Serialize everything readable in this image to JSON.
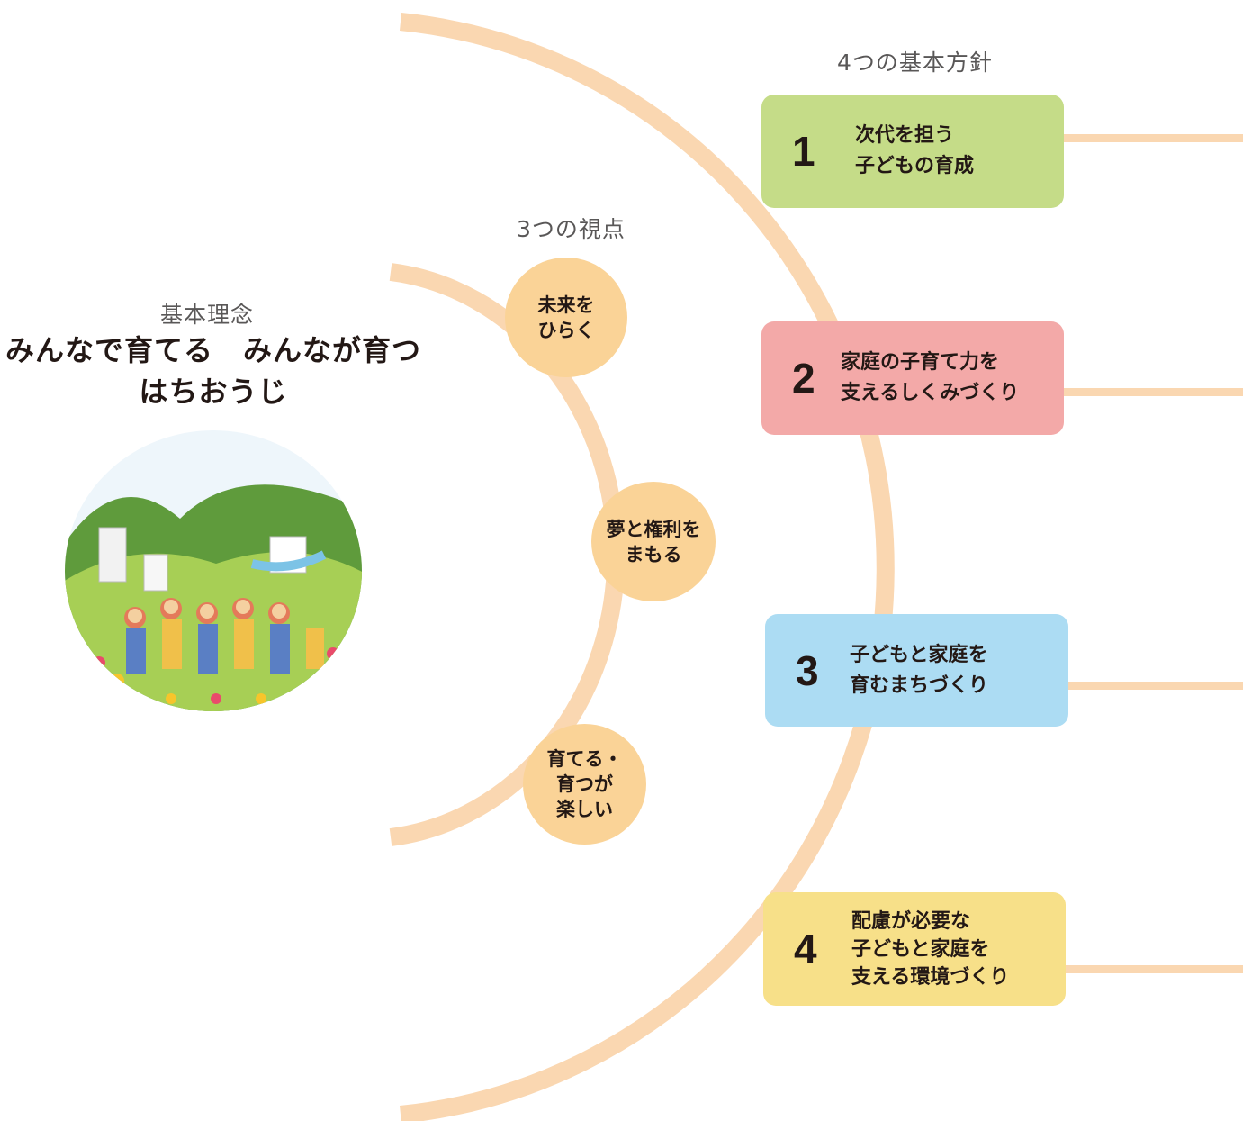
{
  "philosophy": {
    "heading": "基本理念",
    "title_line1": "みんなで育てる　みんなが育つ",
    "title_line2": "はちおうじ"
  },
  "viewpoints": {
    "heading": "3つの視点",
    "items": [
      {
        "line1": "未来を",
        "line2": "ひらく"
      },
      {
        "line1": "夢と権利を",
        "line2": "まもる"
      },
      {
        "line1": "育てる・",
        "line2": "育つが",
        "line3": "楽しい"
      }
    ]
  },
  "policies": {
    "heading": "4つの基本方針",
    "items": [
      {
        "number": "1",
        "line1": "次代を担う",
        "line2": "子どもの育成",
        "color": "#c5dc88"
      },
      {
        "number": "2",
        "line1": "家庭の子育て力を",
        "line2": "支えるしくみづくり",
        "color": "#f3a9a8"
      },
      {
        "number": "3",
        "line1": "子どもと家庭を",
        "line2": "育むまちづくり",
        "color": "#acdcf3"
      },
      {
        "number": "4",
        "line1": "配慮が必要な",
        "line2": "子どもと家庭を",
        "line3": "支える環境づくり",
        "color": "#f7e089"
      }
    ]
  },
  "colors": {
    "arc": "#fad7b1",
    "viewpoint_circle": "#fad397"
  }
}
